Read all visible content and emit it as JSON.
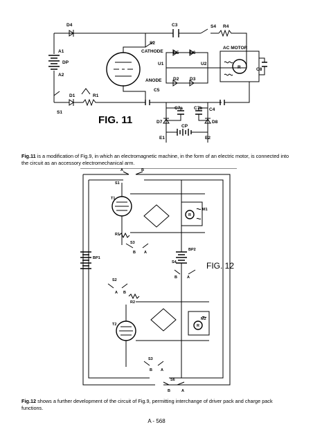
{
  "fig11": {
    "title": "FIG. 11",
    "labels": {
      "d4": "D4",
      "c3": "C3",
      "s4": "S4",
      "r4": "R4",
      "s2": "S2",
      "cathode": "CATHODE",
      "d5": "D5",
      "d6": "D6",
      "ac_motor": "AC MOTOR",
      "a1": "A1",
      "dp": "DP",
      "a2": "A2",
      "u1": "U1",
      "u2": "U2",
      "r": "R",
      "c8": "C8",
      "anode": "ANODE",
      "d2": "D2",
      "d3": "D3",
      "d1": "D1",
      "r1": "R1",
      "c5": "C5",
      "c4": "C4",
      "s1": "S1",
      "c7a": "C7a",
      "c7b": "C7b",
      "d7": "D7",
      "cp": "CP",
      "d8": "D8",
      "e1": "E1",
      "e2": "E2"
    }
  },
  "caption11": {
    "lead": "Fig.11",
    "text": " is a modification of Fig.9, in which an electromagnetic machine, in the form of an electric motor, is connected into the circuit as an accessory electromechanical arm."
  },
  "fig12": {
    "title": "FIG. 12",
    "labels": {
      "a_top": "A",
      "b_top": "B",
      "s1": "S1",
      "t1": "T1",
      "m1": "M1",
      "r_m1": "R",
      "r1": "R1",
      "s3_top": "S3",
      "b_s3": "B",
      "a_s3": "A",
      "bp1": "BP1",
      "bp2": "BP2",
      "s4": "S4",
      "b_s4": "B",
      "a_s4": "A",
      "s2": "S2",
      "a_s2": "A",
      "b_s2": "B",
      "r2": "R2",
      "t2": "T2",
      "m2": "M2",
      "r_m2": "R",
      "s3_bot": "S3",
      "b_s3b": "B",
      "a_s3b": "A",
      "s6": "S6",
      "b_s6": "B",
      "a_s6": "A"
    }
  },
  "caption12": {
    "lead": "Fig.12",
    "text": " shows a further development of the circuit of Fig.9, permitting interchange of driver pack and charge pack functions."
  },
  "page_number": "A - 568"
}
